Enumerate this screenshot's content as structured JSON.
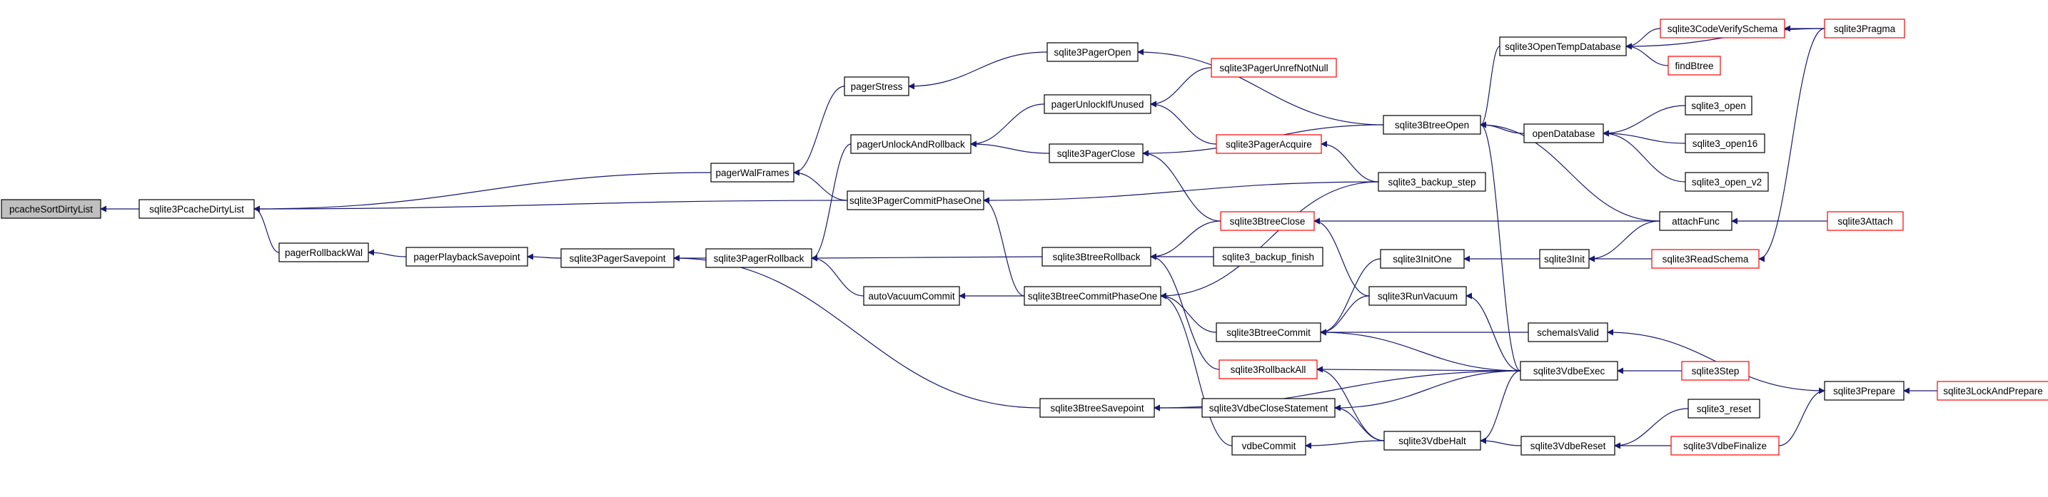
{
  "nodes": [
    {
      "id": "pcacheSortDirtyList",
      "label": "pcacheSortDirtyList",
      "style": "focus"
    },
    {
      "id": "sqlite3PcacheDirtyList",
      "label": "sqlite3PcacheDirtyList",
      "style": "normal"
    },
    {
      "id": "pagerRollbackWal",
      "label": "pagerRollbackWal",
      "style": "normal"
    },
    {
      "id": "pagerPlaybackSavepoint",
      "label": "pagerPlaybackSavepoint",
      "style": "normal"
    },
    {
      "id": "sqlite3PagerSavepoint",
      "label": "sqlite3PagerSavepoint",
      "style": "normal"
    },
    {
      "id": "sqlite3PagerRollback",
      "label": "sqlite3PagerRollback",
      "style": "normal"
    },
    {
      "id": "pagerWalFrames",
      "label": "pagerWalFrames",
      "style": "normal"
    },
    {
      "id": "pagerStress",
      "label": "pagerStress",
      "style": "normal"
    },
    {
      "id": "sqlite3PagerOpen",
      "label": "sqlite3PagerOpen",
      "style": "normal"
    },
    {
      "id": "pagerUnlockAndRollback",
      "label": "pagerUnlockAndRollback",
      "style": "normal"
    },
    {
      "id": "sqlite3PagerCommitPhaseOne",
      "label": "sqlite3PagerCommitPhaseOne",
      "style": "normal"
    },
    {
      "id": "autoVacuumCommit",
      "label": "autoVacuumCommit",
      "style": "normal"
    },
    {
      "id": "pagerUnlockIfUnused",
      "label": "pagerUnlockIfUnused",
      "style": "normal"
    },
    {
      "id": "sqlite3PagerClose",
      "label": "sqlite3PagerClose",
      "style": "normal"
    },
    {
      "id": "sqlite3PagerUnrefNotNull",
      "label": "sqlite3PagerUnrefNotNull",
      "style": "truncated"
    },
    {
      "id": "sqlite3PagerAcquire",
      "label": "sqlite3PagerAcquire",
      "style": "truncated"
    },
    {
      "id": "sqlite3BtreeRollback",
      "label": "sqlite3BtreeRollback",
      "style": "normal"
    },
    {
      "id": "sqlite3BtreeCommitPhaseOne",
      "label": "sqlite3BtreeCommitPhaseOne",
      "style": "normal"
    },
    {
      "id": "sqlite3BtreeSavepoint",
      "label": "sqlite3BtreeSavepoint",
      "style": "normal"
    },
    {
      "id": "sqlite3BtreeClose",
      "label": "sqlite3BtreeClose",
      "style": "truncated"
    },
    {
      "id": "sqlite3_backup_finish",
      "label": "sqlite3_backup_finish",
      "style": "normal"
    },
    {
      "id": "sqlite3BtreeCommit",
      "label": "sqlite3BtreeCommit",
      "style": "normal"
    },
    {
      "id": "sqlite3RollbackAll",
      "label": "sqlite3RollbackAll",
      "style": "truncated"
    },
    {
      "id": "sqlite3VdbeCloseStatement",
      "label": "sqlite3VdbeCloseStatement",
      "style": "normal"
    },
    {
      "id": "vdbeCommit",
      "label": "vdbeCommit",
      "style": "normal"
    },
    {
      "id": "sqlite3BtreeOpen",
      "label": "sqlite3BtreeOpen",
      "style": "normal"
    },
    {
      "id": "sqlite3_backup_step",
      "label": "sqlite3_backup_step",
      "style": "normal"
    },
    {
      "id": "sqlite3InitOne",
      "label": "sqlite3InitOne",
      "style": "normal"
    },
    {
      "id": "sqlite3RunVacuum",
      "label": "sqlite3RunVacuum",
      "style": "normal"
    },
    {
      "id": "sqlite3VdbeHalt",
      "label": "sqlite3VdbeHalt",
      "style": "normal"
    },
    {
      "id": "sqlite3OpenTempDatabase",
      "label": "sqlite3OpenTempDatabase",
      "style": "normal"
    },
    {
      "id": "openDatabase",
      "label": "openDatabase",
      "style": "normal"
    },
    {
      "id": "sqlite3Init",
      "label": "sqlite3Init",
      "style": "normal"
    },
    {
      "id": "schemalsValid",
      "label": "schemaIsValid",
      "style": "normal"
    },
    {
      "id": "sqlite3VdbeExec",
      "label": "sqlite3VdbeExec",
      "style": "normal"
    },
    {
      "id": "sqlite3VdbeReset",
      "label": "sqlite3VdbeReset",
      "style": "normal"
    },
    {
      "id": "attachFunc",
      "label": "attachFunc",
      "style": "normal"
    },
    {
      "id": "sqlite3CodeVerifySchema",
      "label": "sqlite3CodeVerifySchema",
      "style": "truncated"
    },
    {
      "id": "findBtree",
      "label": "findBtree",
      "style": "truncated"
    },
    {
      "id": "sqlite3_open",
      "label": "sqlite3_open",
      "style": "normal"
    },
    {
      "id": "sqlite3_open16",
      "label": "sqlite3_open16",
      "style": "normal"
    },
    {
      "id": "sqlite3_open_v2",
      "label": "sqlite3_open_v2",
      "style": "normal"
    },
    {
      "id": "sqlite3ReadSchema",
      "label": "sqlite3ReadSchema",
      "style": "truncated"
    },
    {
      "id": "sqlite3Step",
      "label": "sqlite3Step",
      "style": "truncated"
    },
    {
      "id": "sqlite3_reset",
      "label": "sqlite3_reset",
      "style": "normal"
    },
    {
      "id": "sqlite3VdbeFinalize",
      "label": "sqlite3VdbeFinalize",
      "style": "truncated"
    },
    {
      "id": "sqlite3Pragma",
      "label": "sqlite3Pragma",
      "style": "truncated"
    },
    {
      "id": "sqlite3Attach",
      "label": "sqlite3Attach",
      "style": "truncated"
    },
    {
      "id": "sqlite3Prepare",
      "label": "sqlite3Prepare",
      "style": "normal"
    },
    {
      "id": "sqlite3LockAndPrepare",
      "label": "sqlite3LockAndPrepare",
      "style": "truncated"
    }
  ],
  "edges": [
    [
      "sqlite3PcacheDirtyList",
      "pcacheSortDirtyList"
    ],
    [
      "pagerWalFrames",
      "sqlite3PcacheDirtyList"
    ],
    [
      "sqlite3PagerCommitPhaseOne",
      "sqlite3PcacheDirtyList"
    ],
    [
      "pagerRollbackWal",
      "sqlite3PcacheDirtyList"
    ],
    [
      "pagerPlaybackSavepoint",
      "pagerRollbackWal"
    ],
    [
      "sqlite3PagerSavepoint",
      "pagerPlaybackSavepoint"
    ],
    [
      "sqlite3PagerRollback",
      "sqlite3PagerSavepoint"
    ],
    [
      "sqlite3BtreeSavepoint",
      "sqlite3PagerSavepoint"
    ],
    [
      "pagerStress",
      "pagerWalFrames"
    ],
    [
      "sqlite3PagerCommitPhaseOne",
      "pagerWalFrames"
    ],
    [
      "sqlite3PagerOpen",
      "pagerStress"
    ],
    [
      "sqlite3BtreeOpen",
      "sqlite3PagerOpen"
    ],
    [
      "pagerUnlockAndRollback",
      "sqlite3PagerRollback"
    ],
    [
      "sqlite3BtreeRollback",
      "sqlite3PagerRollback"
    ],
    [
      "autoVacuumCommit",
      "sqlite3PagerRollback"
    ],
    [
      "pagerUnlockIfUnused",
      "pagerUnlockAndRollback"
    ],
    [
      "sqlite3PagerClose",
      "pagerUnlockAndRollback"
    ],
    [
      "sqlite3PagerUnrefNotNull",
      "pagerUnlockIfUnused"
    ],
    [
      "sqlite3PagerAcquire",
      "pagerUnlockIfUnused"
    ],
    [
      "sqlite3BtreeOpen",
      "sqlite3PagerClose"
    ],
    [
      "sqlite3BtreeClose",
      "sqlite3PagerClose"
    ],
    [
      "sqlite3_backup_step",
      "sqlite3PagerAcquire"
    ],
    [
      "sqlite3_backup_step",
      "sqlite3PagerCommitPhaseOne"
    ],
    [
      "sqlite3BtreeCommitPhaseOne",
      "sqlite3PagerCommitPhaseOne"
    ],
    [
      "sqlite3BtreeCommitPhaseOne",
      "autoVacuumCommit"
    ],
    [
      "sqlite3BtreeCommit",
      "sqlite3BtreeCommitPhaseOne"
    ],
    [
      "sqlite3_backup_step",
      "sqlite3BtreeCommitPhaseOne"
    ],
    [
      "vdbeCommit",
      "sqlite3BtreeCommitPhaseOne"
    ],
    [
      "sqlite3BtreeClose",
      "sqlite3BtreeRollback"
    ],
    [
      "sqlite3_backup_finish",
      "sqlite3BtreeRollback"
    ],
    [
      "sqlite3RollbackAll",
      "sqlite3BtreeRollback"
    ],
    [
      "sqlite3VdbeCloseStatement",
      "sqlite3BtreeSavepoint"
    ],
    [
      "sqlite3VdbeExec",
      "sqlite3BtreeSavepoint"
    ],
    [
      "attachFunc",
      "sqlite3BtreeClose"
    ],
    [
      "sqlite3RunVacuum",
      "sqlite3BtreeClose"
    ],
    [
      "sqlite3InitOne",
      "sqlite3BtreeCommit"
    ],
    [
      "sqlite3RunVacuum",
      "sqlite3BtreeCommit"
    ],
    [
      "sqlite3VdbeExec",
      "sqlite3BtreeCommit"
    ],
    [
      "schemalsValid",
      "sqlite3BtreeCommit"
    ],
    [
      "sqlite3VdbeExec",
      "sqlite3RollbackAll"
    ],
    [
      "sqlite3VdbeHalt",
      "sqlite3RollbackAll"
    ],
    [
      "sqlite3VdbeHalt",
      "sqlite3VdbeCloseStatement"
    ],
    [
      "sqlite3VdbeExec",
      "sqlite3VdbeCloseStatement"
    ],
    [
      "sqlite3VdbeHalt",
      "vdbeCommit"
    ],
    [
      "sqlite3OpenTempDatabase",
      "sqlite3BtreeOpen"
    ],
    [
      "openDatabase",
      "sqlite3BtreeOpen"
    ],
    [
      "attachFunc",
      "sqlite3BtreeOpen"
    ],
    [
      "sqlite3VdbeExec",
      "sqlite3BtreeOpen"
    ],
    [
      "sqlite3Init",
      "sqlite3InitOne"
    ],
    [
      "sqlite3VdbeExec",
      "sqlite3RunVacuum"
    ],
    [
      "sqlite3VdbeExec",
      "sqlite3VdbeHalt"
    ],
    [
      "sqlite3VdbeReset",
      "sqlite3VdbeHalt"
    ],
    [
      "sqlite3CodeVerifySchema",
      "sqlite3OpenTempDatabase"
    ],
    [
      "findBtree",
      "sqlite3OpenTempDatabase"
    ],
    [
      "sqlite3Pragma",
      "sqlite3OpenTempDatabase"
    ],
    [
      "sqlite3_open",
      "openDatabase"
    ],
    [
      "sqlite3_open16",
      "openDatabase"
    ],
    [
      "sqlite3_open_v2",
      "openDatabase"
    ],
    [
      "attachFunc",
      "sqlite3Init"
    ],
    [
      "sqlite3ReadSchema",
      "sqlite3Init"
    ],
    [
      "sqlite3Prepare",
      "schemalsValid"
    ],
    [
      "sqlite3Step",
      "sqlite3VdbeExec"
    ],
    [
      "sqlite3_reset",
      "sqlite3VdbeReset"
    ],
    [
      "sqlite3VdbeFinalize",
      "sqlite3VdbeReset"
    ],
    [
      "sqlite3Attach",
      "attachFunc"
    ],
    [
      "sqlite3Pragma",
      "sqlite3CodeVerifySchema"
    ],
    [
      "sqlite3Pragma",
      "sqlite3ReadSchema"
    ],
    [
      "sqlite3VdbeFinalize",
      "sqlite3Prepare"
    ],
    [
      "sqlite3LockAndPrepare",
      "sqlite3Prepare"
    ]
  ],
  "colors": {
    "edge": "#191970",
    "normal_border": "#000000",
    "truncated_border": "#ff0000",
    "focus_fill": "#bfbfbf",
    "node_fill": "#ffffff",
    "text": "#000000"
  }
}
